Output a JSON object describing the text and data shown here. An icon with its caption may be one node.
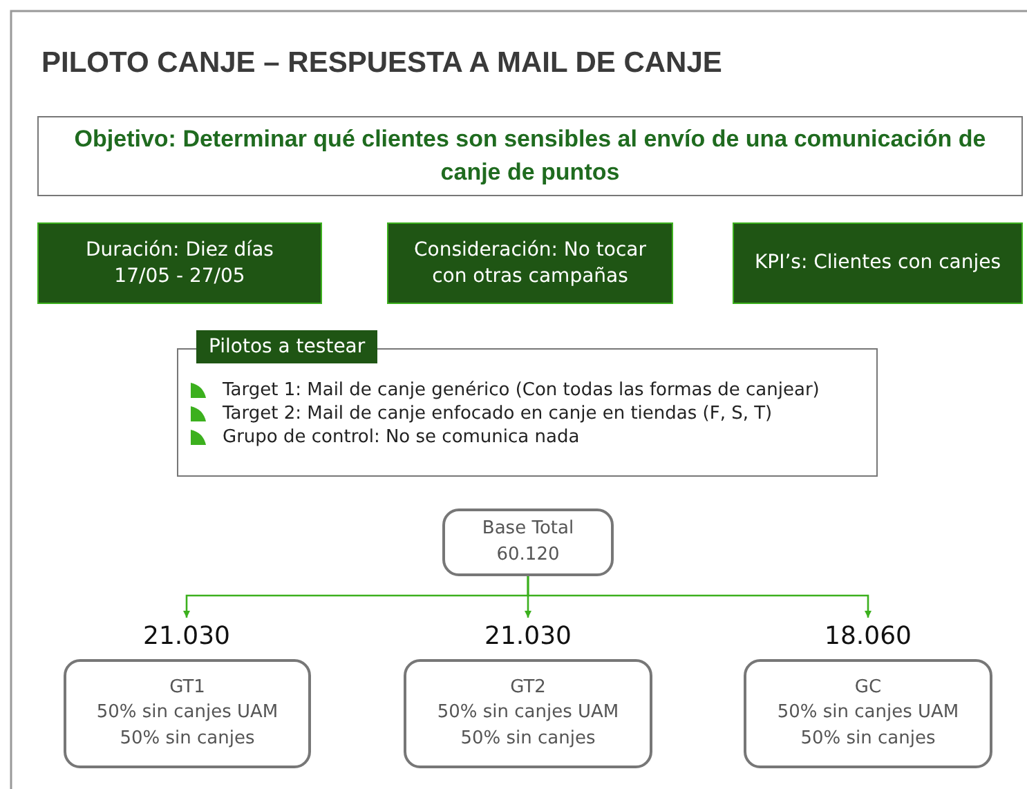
{
  "diagram": {
    "title": "PILOTO CANJE – RESPUESTA A MAIL DE CANJE",
    "nodes": [
      {
        "text": [
          "Objetivo: Determinar qué clientes son sensibles al envío de una comunicación de canje de puntos"
        ]
      },
      {
        "text": [
          "Duración: Diez días",
          "17/05 - 27/05"
        ]
      },
      {
        "text": [
          "Consideración: No tocar con otras campañas"
        ]
      },
      {
        "text": [
          "KPI’s: Clientes con canjes"
        ]
      },
      {
        "text": [
          "Pilotos a testear",
          "Target 1: Mail de canje genérico (Con todas las formas de canjear)",
          "Target 2: Mail de canje enfocado en canje en tiendas (F, S, T)",
          "Grupo de control: No se comunica nada"
        ]
      },
      {
        "text": [
          "Base Total",
          "60.120"
        ]
      },
      {
        "text": [
          "21.030"
        ]
      },
      {
        "text": [
          "21.030"
        ]
      },
      {
        "text": [
          "18.060"
        ]
      },
      {
        "text": [
          "GT1",
          "50% sin canjes UAM",
          "50% sin canjes"
        ]
      },
      {
        "text": [
          "GT2",
          "50% sin canjes UAM",
          "50% sin canjes"
        ]
      },
      {
        "text": [
          "GC",
          "50% sin canjes UAM",
          "50% sin canjes"
        ]
      }
    ],
    "edges": [
      {
        "from": 5,
        "to": 6,
        "arrow": "to",
        "color": "#3cb01e"
      },
      {
        "from": 5,
        "to": 7,
        "arrow": "to",
        "color": "#3cb01e"
      },
      {
        "from": 5,
        "to": 8,
        "arrow": "to",
        "color": "#3cb01e"
      }
    ]
  }
}
